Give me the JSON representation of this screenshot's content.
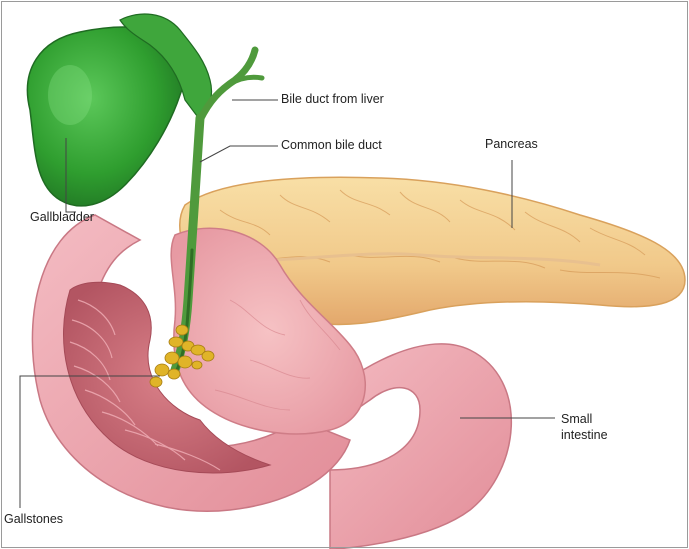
{
  "labels": {
    "bile_duct_from_liver": "Bile duct from liver",
    "common_bile_duct": "Common bile duct",
    "pancreas": "Pancreas",
    "gallbladder": "Gallbladder",
    "small_intestine_line1": "Small",
    "small_intestine_line2": "intestine",
    "gallstones": "Gallstones"
  },
  "colors": {
    "gallbladder": "#2f9e2f",
    "bile_duct": "#4f9a3c",
    "pancreas": "#f1c98a",
    "intestine": "#e79aa3",
    "intestine_inner": "#c86b74",
    "gallstones": "#e0b428",
    "leader_line": "#444444"
  }
}
